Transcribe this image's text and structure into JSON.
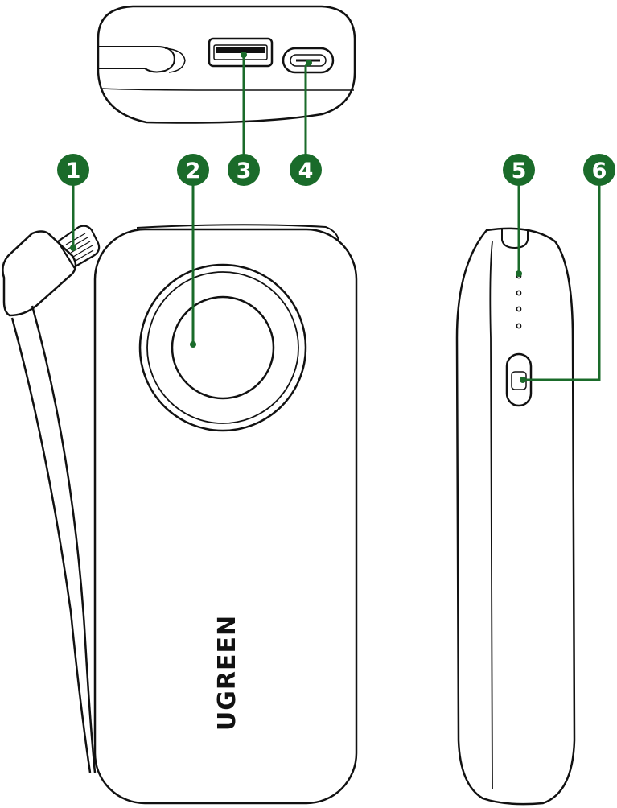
{
  "colors": {
    "callout": "#1a6b2a",
    "outline": "#111111",
    "background": "#ffffff"
  },
  "device": {
    "brand_logo": "UGREEN"
  },
  "callouts": [
    {
      "number": "1",
      "part": "lightning-connector"
    },
    {
      "number": "2",
      "part": "wireless-charging-area"
    },
    {
      "number": "3",
      "part": "usb-a-port"
    },
    {
      "number": "4",
      "part": "usb-c-port"
    },
    {
      "number": "5",
      "part": "led-indicators"
    },
    {
      "number": "6",
      "part": "power-button"
    }
  ]
}
